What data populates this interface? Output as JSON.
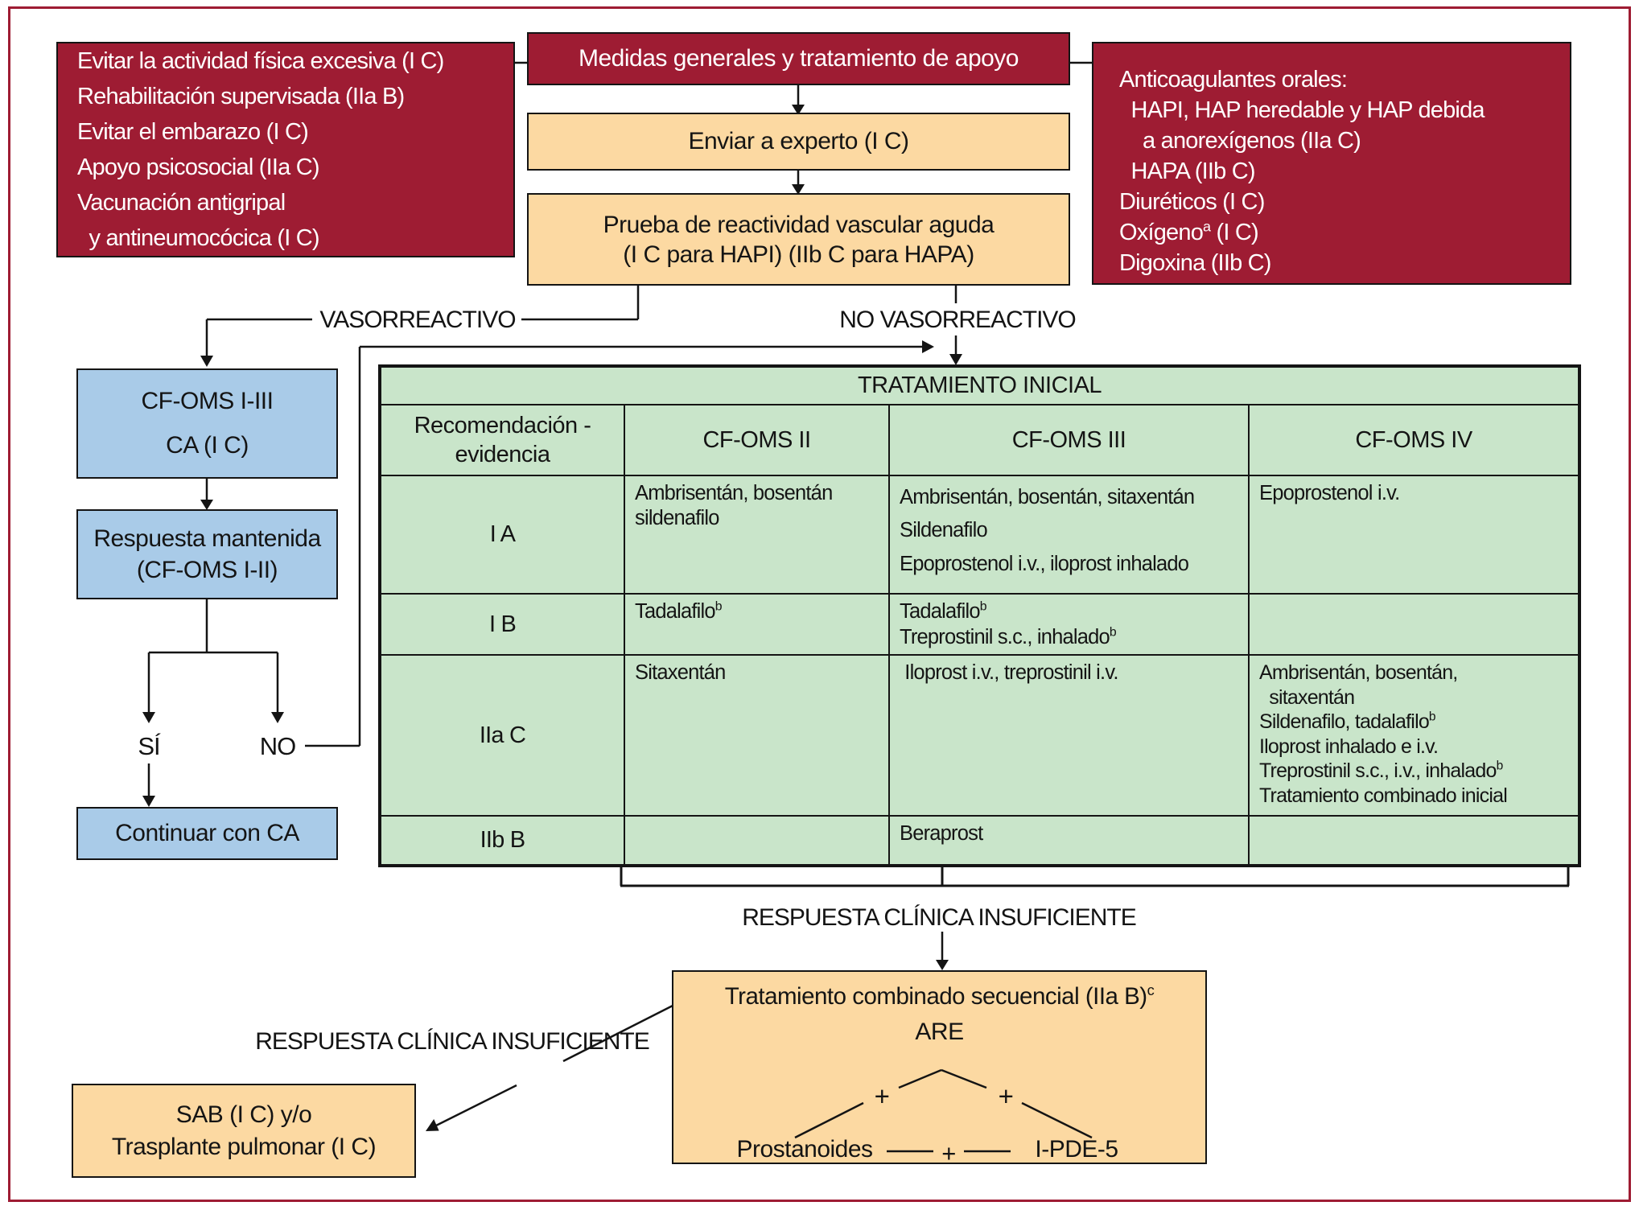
{
  "colors": {
    "maroon": "#9e1c33",
    "orange": "#fcd9a2",
    "blue": "#a9cbe8",
    "green": "#c9e5ca",
    "line": "#141414",
    "frame": "#9e1c33"
  },
  "boxes": {
    "general_measures": {
      "lines": [
        "Evitar la actividad física excesiva (I C)",
        "Rehabilitación supervisada (IIa B)",
        "Evitar el embarazo (I C)",
        "Apoyo psicosocial (IIa C)",
        "Vacunación antigripal",
        "  y antineumocócica (I C)"
      ]
    },
    "medidas": {
      "label": "Medidas generales y tratamiento de apoyo"
    },
    "anticoagulantes": {
      "lines": [
        "Anticoagulantes orales:",
        "  HAPI, HAP heredable y HAP debida",
        "    a anorexígenos (IIa C)",
        "  HAPA (IIb C)",
        "Diuréticos (I C)",
        "Oxígeno{a} (I C)",
        "Digoxina (IIb C)"
      ]
    },
    "enviar": {
      "label": "Enviar a experto (I C)"
    },
    "prueba": {
      "lines": [
        "Prueba de reactividad vascular aguda",
        "(I C para HAPI) (IIb C para HAPA)"
      ]
    },
    "cfoms_ca": {
      "lines": [
        "CF-OMS I-III",
        "CA (I C)"
      ]
    },
    "respuesta_mantenida": {
      "lines": [
        "Respuesta mantenida",
        "(CF-OMS I-II)"
      ]
    },
    "continuar": {
      "label": "Continuar con CA"
    },
    "sab": {
      "lines": [
        "SAB (I C) y/o",
        "Trasplante pulmonar (I C)"
      ]
    },
    "combinado": {
      "title": "Tratamiento combinado secuencial (IIa B){c}",
      "subtitle": "ARE",
      "plus_left": "+",
      "plus_right": "+",
      "plus_bottom": "+",
      "left_drug": "Prostanoides",
      "right_drug": "I-PDE-5"
    }
  },
  "labels": {
    "vasorreactivo": "VASORREACTIVO",
    "no_vasorreactivo": "NO VASORREACTIVO",
    "si": "SÍ",
    "no": "NO",
    "respuesta_clinica_1": "RESPUESTA CLÍNICA INSUFICIENTE",
    "respuesta_clinica_2": "RESPUESTA CLÍNICA INSUFICIENTE"
  },
  "table": {
    "title": "TRATAMIENTO INICIAL",
    "col1_header": [
      "Recomendación -",
      "evidencia"
    ],
    "col_headers": [
      "CF-OMS II",
      "CF-OMS III",
      "CF-OMS IV"
    ],
    "rows": [
      {
        "grade": "I A",
        "cfoms2": [
          "Ambrisentán, bosentán",
          "sildenafilo"
        ],
        "cfoms3": [
          "Ambrisentán, bosentán, sitaxentán",
          "Sildenafilo",
          "Epoprostenol i.v., iloprost inhalado"
        ],
        "cfoms4": [
          "Epoprostenol i.v."
        ]
      },
      {
        "grade": "I B",
        "cfoms2": [
          "Tadalafilo{b}"
        ],
        "cfoms3": [
          "Tadalafilo{b}",
          "Treprostinil s.c., inhalado{b}"
        ],
        "cfoms4": []
      },
      {
        "grade": "IIa C",
        "cfoms2": [
          "Sitaxentán"
        ],
        "cfoms3": [
          " Iloprost i.v., treprostinil i.v."
        ],
        "cfoms4": [
          "Ambrisentán, bosentán,",
          "  sitaxentán",
          "Sildenafilo, tadalafilo{b}",
          "Iloprost inhalado e i.v.",
          "Treprostinil s.c., i.v., inhalado{b}",
          "Tratamiento combinado inicial"
        ]
      },
      {
        "grade": "IIb B",
        "cfoms2": [],
        "cfoms3": [
          "Beraprost"
        ],
        "cfoms4": []
      }
    ]
  }
}
